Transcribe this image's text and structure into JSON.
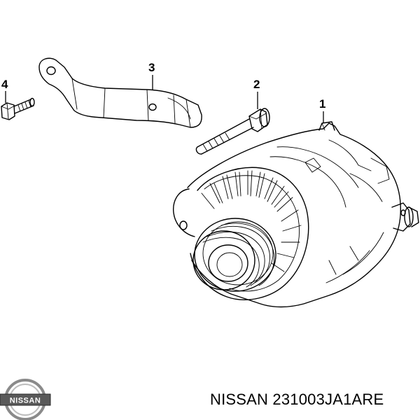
{
  "callouts": [
    {
      "id": "1",
      "label": "1"
    },
    {
      "id": "2",
      "label": "2"
    },
    {
      "id": "3",
      "label": "3"
    },
    {
      "id": "4",
      "label": "4"
    }
  ],
  "logo": {
    "text": "NISSAN"
  },
  "part_number": "NISSAN 231003JA1ARE",
  "colors": {
    "line": "#000000",
    "background": "#ffffff"
  }
}
